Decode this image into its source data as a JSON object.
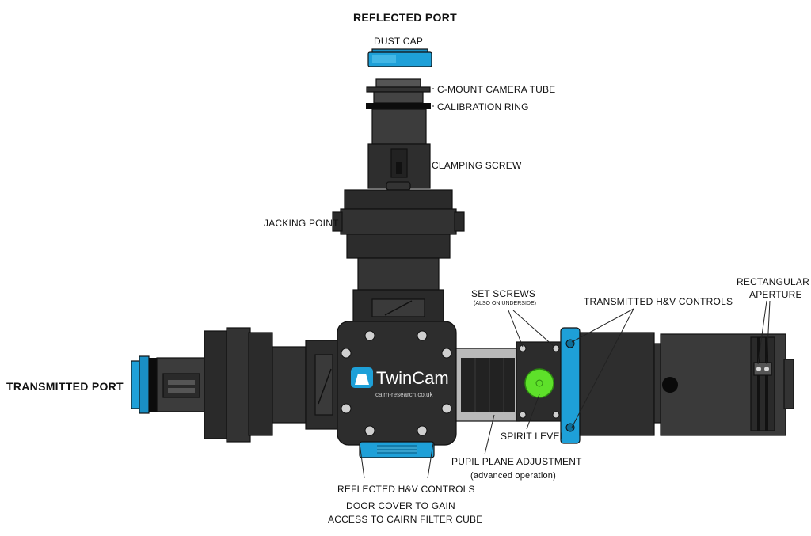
{
  "labels": {
    "reflected_port": "REFLECTED PORT",
    "dust_cap": "DUST CAP",
    "c_mount_camera_tube": "C-MOUNT CAMERA TUBE",
    "calibration_ring": "CALIBRATION RING",
    "clamping_screw": "CLAMPING SCREW",
    "jacking_point": "JACKING POINT",
    "set_screws": "SET SCREWS",
    "set_screws_note": "(ALSO ON UNDERSIDE)",
    "transmitted_hv_controls": "TRANSMITTED H&V CONTROLS",
    "rectangular_aperture_line1": "RECTANGULAR",
    "rectangular_aperture_line2": "APERTURE",
    "transmitted_port": "TRANSMITTED PORT",
    "spirit_level": "SPIRIT LEVEL",
    "pupil_plane_adjustment": "PUPIL PLANE ADJUSTMENT",
    "pupil_plane_note": "(advanced operation)",
    "reflected_hv_controls": "REFLECTED H&V CONTROLS",
    "door_cover_line1": "DOOR COVER TO GAIN",
    "door_cover_line2": "ACCESS TO CAIRN FILTER CUBE"
  },
  "brand": {
    "name": "TwinCam",
    "url": "cairn-research.co.uk"
  },
  "colors": {
    "accent_blue": "#1ea0d8",
    "level_green": "#5ee02a",
    "body_dark": "#2b2b2b"
  }
}
